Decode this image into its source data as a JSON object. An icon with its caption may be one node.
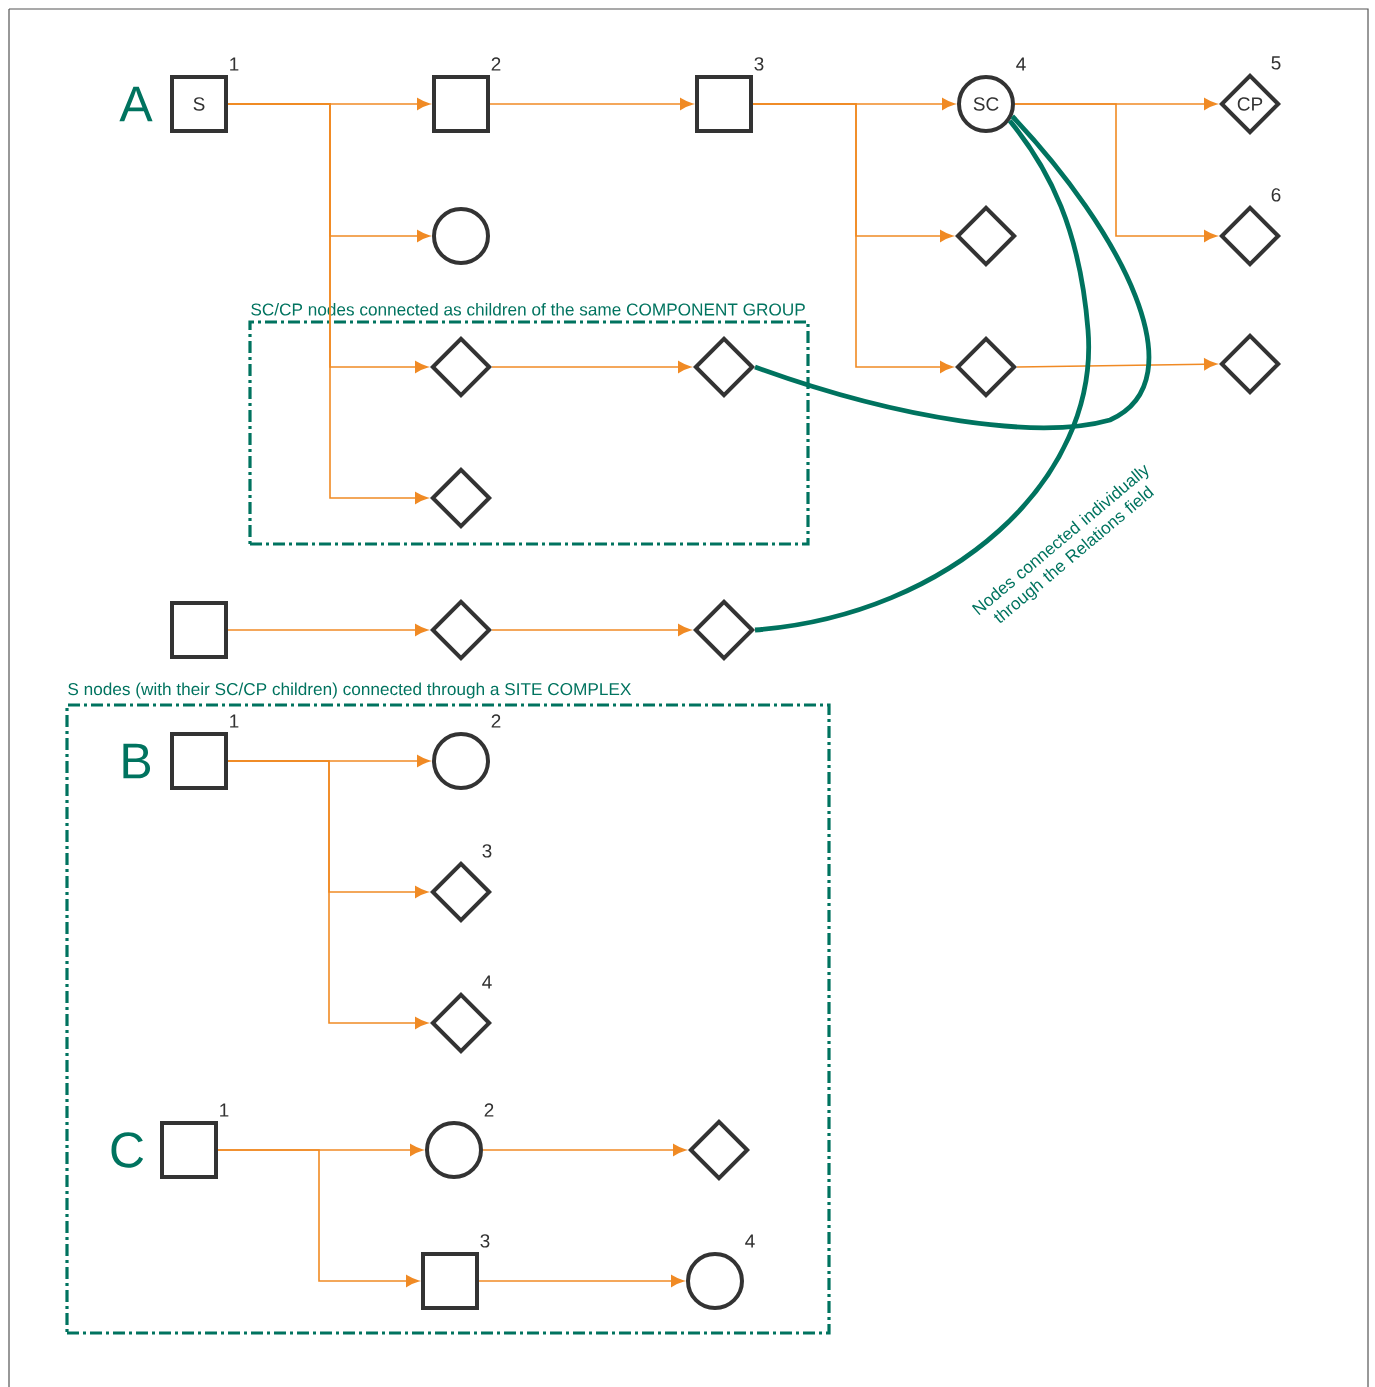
{
  "diagram": {
    "nodes": [
      {
        "text": [
          "S"
        ],
        "beside": [
          "1"
        ]
      },
      {
        "text": [],
        "shape": "box",
        "beside": [
          "2"
        ]
      },
      {
        "text": [],
        "shape": "box",
        "beside": [
          "3"
        ]
      },
      {
        "text": [
          "SC"
        ],
        "beside": [
          "4"
        ]
      },
      {
        "text": [
          "CP"
        ],
        "beside": [
          "5"
        ]
      },
      {
        "text": [],
        "shape": "circle"
      },
      {
        "text": [],
        "shape": "diamond"
      },
      {
        "text": [],
        "shape": "diamond",
        "beside": [
          "6"
        ]
      },
      {
        "text": [
          "SC/CP nodes connected as children of the same COMPONENT GROUP"
        ]
      },
      {
        "text": [],
        "shape": "diamond",
        "in": 8
      },
      {
        "text": [],
        "shape": "diamond",
        "in": 8
      },
      {
        "text": [],
        "shape": "diamond",
        "in": 8
      },
      {
        "text": [],
        "shape": "diamond"
      },
      {
        "text": [],
        "shape": "diamond"
      },
      {
        "text": [],
        "shape": "box"
      },
      {
        "text": [],
        "shape": "diamond"
      },
      {
        "text": [],
        "shape": "diamond"
      },
      {
        "text": [
          "S nodes (with their SC/CP children) connected through a SITE COMPLEX"
        ]
      },
      {
        "text": [],
        "shape": "box",
        "in": 17,
        "beside": [
          "1"
        ]
      },
      {
        "text": [],
        "shape": "circle",
        "in": 17,
        "beside": [
          "2"
        ]
      },
      {
        "text": [],
        "shape": "diamond",
        "in": 17,
        "beside": [
          "3"
        ]
      },
      {
        "text": [],
        "shape": "diamond",
        "in": 17,
        "beside": [
          "4"
        ]
      },
      {
        "text": [],
        "shape": "box",
        "in": 17,
        "beside": [
          "1"
        ]
      },
      {
        "text": [],
        "shape": "circle",
        "in": 17,
        "beside": [
          "2"
        ]
      },
      {
        "text": [],
        "shape": "diamond",
        "in": 17
      },
      {
        "text": [],
        "shape": "box",
        "in": 17,
        "beside": [
          "3"
        ]
      },
      {
        "text": [],
        "shape": "circle",
        "in": 17,
        "beside": [
          "4"
        ]
      }
    ],
    "edges": [
      {
        "from": 0,
        "to": 1,
        "arrow": "to"
      },
      {
        "from": 0,
        "to": 5,
        "arrow": "to"
      },
      {
        "from": 0,
        "to": 9,
        "arrow": "to"
      },
      {
        "from": 0,
        "to": 11,
        "arrow": "to"
      },
      {
        "from": 1,
        "to": 2,
        "arrow": "to"
      },
      {
        "from": 2,
        "to": 3,
        "arrow": "to"
      },
      {
        "from": 2,
        "to": 6,
        "arrow": "to"
      },
      {
        "from": 2,
        "to": 12,
        "arrow": "to"
      },
      {
        "from": 3,
        "to": 4,
        "arrow": "to"
      },
      {
        "from": 3,
        "to": 7,
        "arrow": "to"
      },
      {
        "from": 9,
        "to": 10,
        "arrow": "to"
      },
      {
        "from": 12,
        "to": 13,
        "arrow": "to"
      },
      {
        "from": 14,
        "to": 15,
        "arrow": "to"
      },
      {
        "from": 15,
        "to": 16,
        "arrow": "to"
      },
      {
        "from": 18,
        "to": 19,
        "arrow": "to"
      },
      {
        "from": 18,
        "to": 20,
        "arrow": "to"
      },
      {
        "from": 18,
        "to": 21,
        "arrow": "to"
      },
      {
        "from": 22,
        "to": 23,
        "arrow": "to"
      },
      {
        "from": 22,
        "to": 25,
        "arrow": "to"
      },
      {
        "from": 23,
        "to": 24,
        "arrow": "to"
      },
      {
        "from": 25,
        "to": 26,
        "arrow": "to"
      },
      {
        "from": 10,
        "to": 3,
        "arrow": "none",
        "style": "thick",
        "color": "#00735f"
      },
      {
        "from": 16,
        "to": 3,
        "arrow": "none",
        "style": "thick",
        "color": "#00735f",
        "label": "Nodes connected individually through the Relations field"
      }
    ],
    "labels": [
      "A",
      "B",
      "C"
    ]
  }
}
